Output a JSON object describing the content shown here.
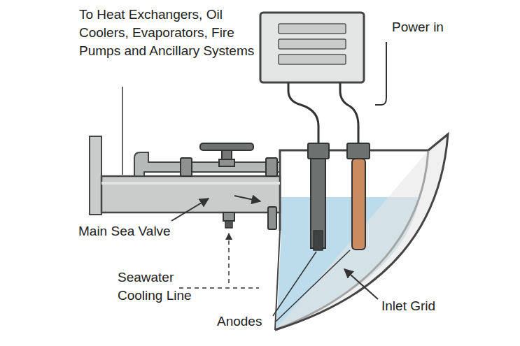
{
  "diagram": {
    "labels": [
      "To Heat Exchangers, Oil Coolers, Evaporators, Fire Pumps and Ancillary Systems",
      "Power in",
      "Main Sea Valve",
      "Seawater Cooling Line",
      "Inlet Grid",
      "Anodes"
    ]
  }
}
